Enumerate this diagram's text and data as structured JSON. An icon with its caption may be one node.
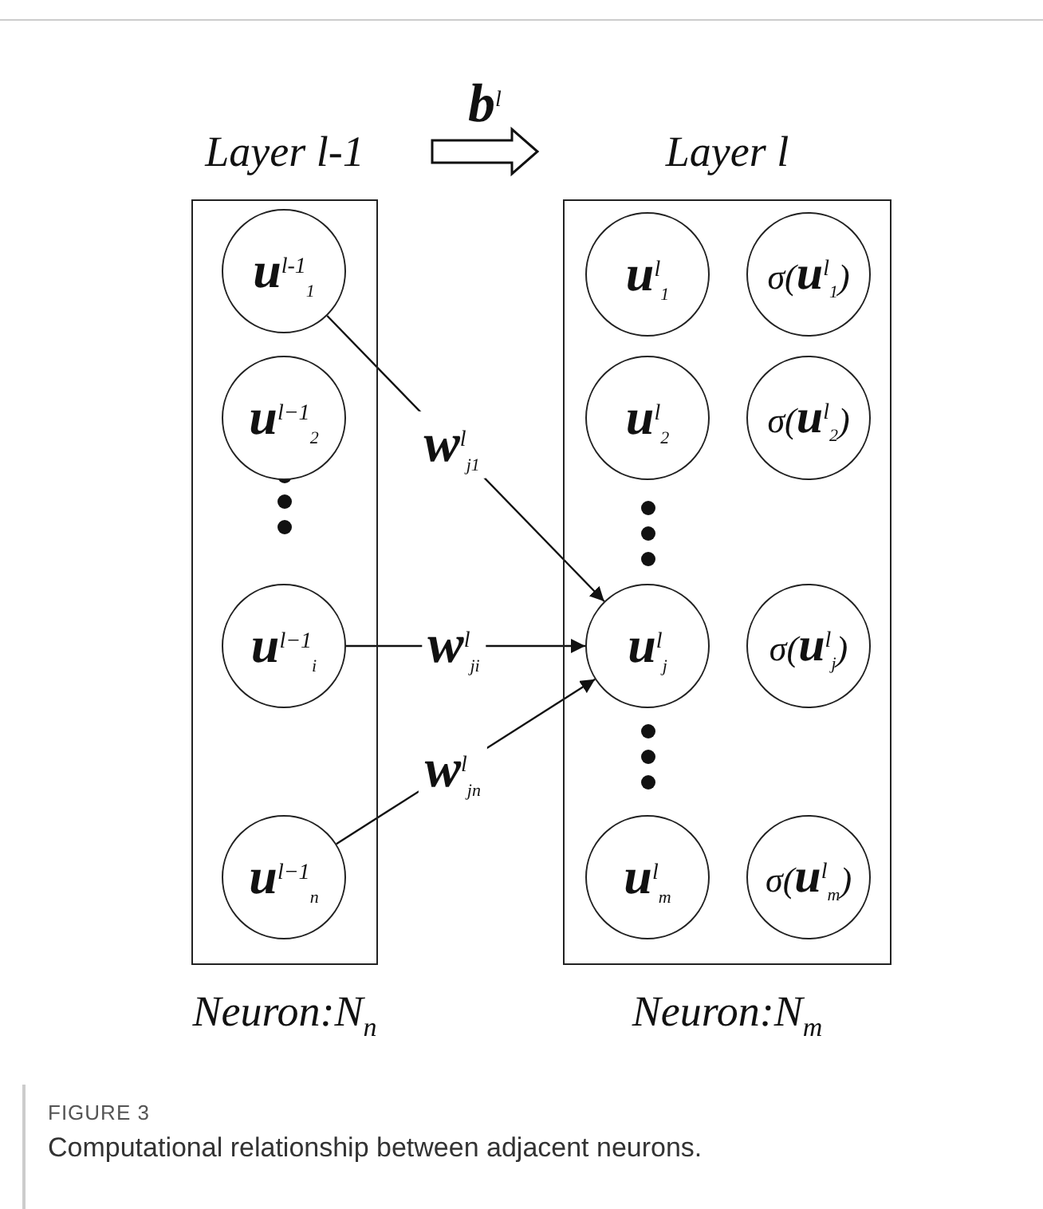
{
  "diagram": {
    "caption": "Computational relationship between adjacent neurons.",
    "nodes": [
      {
        "text": [
          "Layer l-1",
          "Neuron:N$_{n}$"
        ]
      },
      {
        "text": [
          "Layer l",
          "Neuron:N$_{m}$"
        ]
      },
      {
        "text": [
          "**u**$^{l-1}$$_{1}$"
        ],
        "in": 0
      },
      {
        "text": [
          "**u**$^{l−1}$$_{2}$"
        ],
        "in": 0
      },
      {
        "text": [
          "**u**$^{l−1}$$_{i}$"
        ],
        "in": 0
      },
      {
        "text": [
          "**u**$^{l−1}$$_{n}$"
        ],
        "in": 0
      },
      {
        "text": [
          "**u**$^{l}$$_{1}$"
        ],
        "in": 1
      },
      {
        "text": [
          "σ(**u**$^{l}$$_{1}$)"
        ],
        "in": 1
      },
      {
        "text": [
          "**u**$^{l}$$_{2}$"
        ],
        "in": 1
      },
      {
        "text": [
          "σ(**u**$^{l}$$_{2}$)"
        ],
        "in": 1
      },
      {
        "text": [
          "**u**$^{l}$$_{j}$"
        ],
        "in": 1
      },
      {
        "text": [
          "σ(**u**$^{l}$$_{j}$)"
        ],
        "in": 1
      },
      {
        "text": [
          "**u**$^{l}$$_{m}$"
        ],
        "in": 1
      },
      {
        "text": [
          "σ(**u**$^{l}$$_{m}$)"
        ],
        "in": 1
      }
    ],
    "edges": [
      {
        "from": 0,
        "to": 1,
        "arrow": "to",
        "label": "**b**$^{l}$",
        "style": "thick"
      },
      {
        "from": 2,
        "to": 10,
        "arrow": "to",
        "label": "**w**$^{l}$$_{j1}$"
      },
      {
        "from": 4,
        "to": 10,
        "arrow": "to",
        "label": "**w**$^{l}$$_{ji}$"
      },
      {
        "from": 5,
        "to": 10,
        "arrow": "to",
        "label": "**w**$^{l}$$_{jn}$"
      }
    ],
    "labels": [
      "FIGURE 3"
    ]
  }
}
